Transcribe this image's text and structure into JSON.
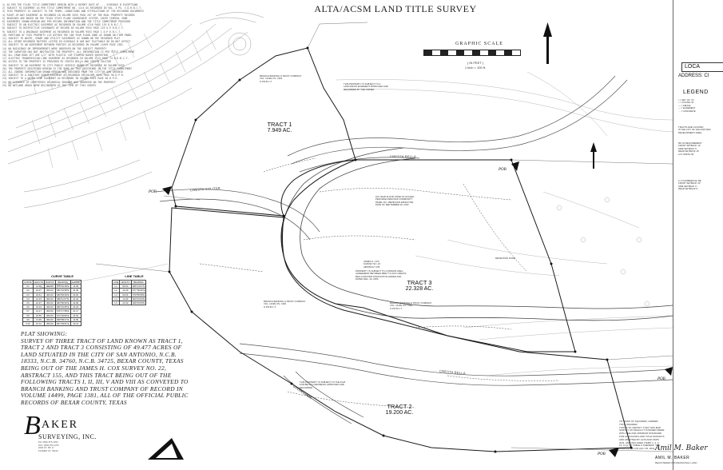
{
  "title": "ALTA/ACSM LAND TITLE SURVEY",
  "notes": [
    "1) AS PER THE FILED TITLE COMMITMENT HEREIN WITH A REPORT DATE OF ... SCHEDULE B EXCEPTIONS",
    "2) SUBJECT TO EASEMENT AS PER TITLE COMMITMENT NO. 1115 AS RECORDED IN VOL. 4 PG. 3 D.R.B.C.T.",
    "3) THIS PROPERTY IS SUBJECT TO THE TERMS, CONDITIONS AND STIPULATIONS OF THE RECORDED DOCUMENTS",
    "4) RIGHT-OF-WAY EASEMENT AS RECORDED IN VOLUME 5555 PAGE 207 OF THE REAL PROPERTY RECORDS",
    "5) BEARINGS ARE BASED ON THE TEXAS STATE PLANE COORDINATE SYSTEM, SOUTH CENTRAL ZONE",
    "6) EASEMENTS SHOWN HEREON ARE PER RECORD INFORMATION AND THE TITLE COMMITMENT PROVIDED",
    "7) SUBJECT TO AN ELECTRIC EASEMENT AS RECORDED IN VOLUME 4716 PAGE 129 D.R.B.C.T.",
    "8) SUBJECT TO RESTRICTIVE COVENANTS OF RECORD IN VOLUME 9553 PAGE 129 O.P.R.B.C.T.",
    "9) SUBJECT TO A DRAINAGE EASEMENT AS RECORDED IN VOLUME 9553 PAGE 1 D.P.R.B.C.T.",
    "10) PORTIONS OF THIS PROPERTY LIE WITHIN THE 100 YEAR FLOOD ZONE AS SHOWN ON FIRM PANEL",
    "11) SUBJECT TO WATER, SEWER AND UTILITY EASEMENTS AS SHOWN ON THE RECORDED PLAT",
    "12) ALL OTHER RECORDED MATTERS LISTED IN SCHEDULE B ARE NOT PLOTTABLE OR DO NOT AFFECT",
    "13) SUBJECT TO AN AGREEMENT BETWEEN PARTIES AS RECORDED IN VOLUME 14499 PAGE 1381",
    "14) NO BUILDINGS OR IMPROVEMENTS WERE OBSERVED ON THE SUBJECT PROPERTY",
    "15) THE SURVEYOR HAS NOT ABSTRACTED THE PROPERTY; ALL INFORMATION IS PER TITLE COMMITMENT",
    "16) ALL IRON RODS SET ARE 1/2\" WITH PLASTIC CAP STAMPED BAKER SURVEYING",
    "17) ELECTRIC TRANSMISSION LINE EASEMENT AS RECORDED IN VOLUME 2715 PAGE 74 D.R.B.C.T.",
    "18) ACCESS TO THE PROPERTY IS PROVIDED BY CRESTA BELLA AND CRESTA SOLITAR",
    "19) SUBJECT TO AN EASEMENT TO CITY PUBLIC SERVICE BOARD AS RECORDED IN VOLUME 5555",
    "20) THE PROPERTY DESCRIBED HEREON IS THE SAME AS THAT DESCRIBED IN THE TITLE COMMITMENT",
    "21) ALL ZONING INFORMATION SHOWN HEREON WAS OBTAINED FROM THE CITY OF SAN ANTONIO",
    "22) SUBJECT TO A SANITARY SEWER EASEMENT AS RECORDED IN VOLUME 9553 PAGE 56 D.P.R.",
    "23) SUBJECT TO A WATER LINE EASEMENT AS RECORDED IN VOLUME 9553 PAGE 56 D.P.R.",
    "24) NO EVIDENCE OF CEMETERIES OR BURIAL GROUNDS WAS OBSERVED ON THE PROPERTY",
    "25) NO WETLAND AREAS WERE DELINEATED AT THE TIME OF THIS SURVEY"
  ],
  "graphic_scale": {
    "label": "GRAPHIC SCALE",
    "units": "( IN FEET )",
    "ratio": "1 inch = 100 ft."
  },
  "tracts": [
    {
      "name": "TRACT 1",
      "acres": "7.949 AC."
    },
    {
      "name": "TRACT 3",
      "acres": "22.328 AC."
    },
    {
      "name": "TRACT 2",
      "acres": "19.200 AC."
    }
  ],
  "streets": {
    "cresta_bella_top": "CRESTA BELLA",
    "cresta_solitar": "CRESTA SOLITAR",
    "cresta_bella_bottom": "CRESTA BELLA",
    "bella_loma": "BELLA LOMA"
  },
  "pob_labels": [
    "POB",
    "POB",
    "POB",
    "POB"
  ],
  "curve_table": {
    "title": "CURVE TABLE",
    "headers": [
      "CURVE",
      "LENGTH",
      "RADIUS",
      "BEARING",
      "CHORD"
    ],
    "rows": [
      [
        "C1",
        "14.99",
        "300.00",
        "N78°40'48\"E",
        "14.99"
      ],
      [
        "C2",
        "22.37",
        "300.00",
        "N81°42'38\"E",
        "22.36"
      ],
      [
        "C3",
        "23.61",
        "300.00",
        "N84°56'29\"E",
        "23.60"
      ],
      [
        "C4",
        "21.23",
        "300.00",
        "S89°11'27\"E",
        "21.22"
      ],
      [
        "C5",
        "22.97",
        "300.00",
        "S84°56'40\"E",
        "22.96"
      ],
      [
        "C6",
        "23.23",
        "300.00",
        "S80°31'45\"E",
        "23.23"
      ],
      [
        "C7",
        "21.17",
        "300.00",
        "S76°17'38\"E",
        "21.17"
      ],
      [
        "C8",
        "22.55",
        "300.00",
        "S72°02'06\"E",
        "22.54"
      ],
      [
        "C9",
        "13.99",
        "300.00",
        "S68°58'17\"E",
        "13.99"
      ],
      [
        "C10",
        "10.12",
        "300.00",
        "S67°03'21\"E",
        "10.12"
      ]
    ]
  },
  "line_table": {
    "title": "LINE TABLE",
    "headers": [
      "LINE",
      "LENGTH",
      "BEARING"
    ],
    "rows": [
      [
        "L1",
        "89.50",
        "S89°13'07\"E"
      ],
      [
        "L2",
        "42.39",
        "N77°36'46\"E"
      ],
      [
        "L3",
        "60.66",
        "S79°55'58\"E"
      ],
      [
        "L4",
        "14.49",
        "S63°44'04\"E"
      ],
      [
        "L5",
        "23.40",
        "S68°33'09\"E"
      ]
    ]
  },
  "plat_showing": {
    "heading": "PLAT SHOWING:",
    "lines": [
      "SURVEY OF THREE TRACT OF LAND KNOWN AS TRACT 1,",
      "TRACT 2 AND TRACT 3 CONSISTING OF 49.477 ACRES OF",
      "LAND SITUATED IN THE CITY OF SAN ANTONIO, N.C.B.",
      "18333, N.C.B. 34760, N.C.B. 34725, BEXAR COUNTY, TEXAS",
      "BEING OUT OF THE JAMES H. COX SURVEY NO. 22,",
      "ABSTRACT 155, AND THIS TRACT BEING OUT OF THE",
      "FOLLOWING TRACTS I, II, III, V AND VIII AS CONVEYED TO",
      "BRANCH BANKING AND TRUST COMPANY OF RECORD IN",
      "VOLUME 14499, PAGE 1381, ALL OF THE OFFICIAL PUBLIC",
      "RECORDS OF BEXAR COUNTY, TEXAS"
    ]
  },
  "company": {
    "initial": "B",
    "name": "AKER",
    "subtitle": "SURVEYING, INC.",
    "contact": "PH: (830) 875-1253\nFAX: (830) 875-1257\n2200 ST. PR. N\nFLORES ST. 78210"
  },
  "right_panel": {
    "location_label": "LOCA",
    "address_label": "ADDRESS: CI",
    "legend_label": "LEGEND",
    "legend_items": "• = SET 1/2\" I.R.\n○ = FOUND I.R.\n— = FENCE\n--- = EASEMENT\n··· = CONCRETE",
    "zoning": "TRACTS ARE LOCATED\nIN THE CITY OF SAN ANTONIO\nDEVELOPMENT AREA",
    "setbacks": "MF-33 REQUIREMENT\nFRONT SETBACK 10'\nSIDE SETBACK 5'\nREAR SETBACK 10'\nLOT WIDTH 50'",
    "commercial": "C-3 COMMERCIAL RE\nFRONT SETBACK 10'\nSIDE SETBACK 0'\nREAR SETBACK 0'"
  },
  "certification": "TO: BANK OF SQUARED, LENDER;\nTITLE INSURER:\nTHIS IS TO CERTIFY THAT THIS MAP\nSURVEY ON WHICH IT IS BASED WERE\nWITH THE 2011 MINIMUM STANDARD\nFOR ALTA/ACSM LAND TITLE SURVEYS\nAND ADOPTED BY ALTA AND NSPS\n2011, AND INCLUDES ITEMS 1, 2, 3,\n13, & 14 OF TABLE A THEREOF. THE\nCOMPLETED ON JULY 25, 2011.",
  "surveyor": {
    "signature": "Amil M. Baker",
    "name": "AMIL M. BAKER",
    "title": "REGISTERED PROFESSIONAL LAND"
  },
  "annotations": {
    "tract1_owner": "BRANCH BANKING & TRUST COMPANY\nVOL. 14499, PG. 1381\nO.P.R.B.C.T.",
    "tract3_owner": "BRANCH BANKING & TRUST COMPANY\nVOL. 14499, PG. 1381\nO.P.R.B.C.T.",
    "tract2_owner": "BRANCH BANKING & TRUST COMPANY\nVOL. 14499, PG. 1381\nO.P.R.B.C.T.",
    "top_note": "THIS PROPERTY IS SUBJECT TO A\nLAND DRAIN EASEMENT APPROVED AND\nRECORDED BY THE OWNER",
    "flood_note": "100 YEAR FLOOD ZONE AS SCALED\nPER FEMA FIRM MAP COMMUNITY\nPANEL NO. 48029C0115 EFFECTIVE\nDATE OF SEPTEMBER 29, 2010",
    "well_note": "PROPERTY IS SUBJECT TO A PRIVATE WELL\nAGREEMENT BETWEEN BB&T TO ANO CRESTA\nBELLA MASTER ASSOCIATION ADDED AND\nDATED DEC. 29, 2006",
    "bella_loma_note": "THIS PROPERTY IS SUBJECT TO THE PLAT\nFOR BELLA LOMA BEING APPROVED AND\nRECORDED",
    "detention": "RETENTION POND",
    "survey_label": "JAMES H. COX\nSURVEY NO. 22\nABSTRACT 155"
  },
  "colors": {
    "ink": "#222222",
    "faint": "#888888",
    "background": "#ffffff"
  }
}
